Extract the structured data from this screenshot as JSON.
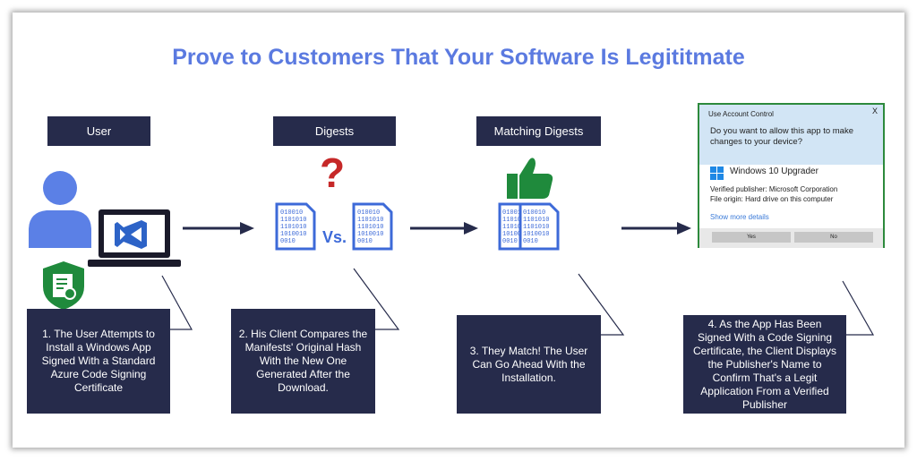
{
  "title": "Prove to Customers That Your Software Is Legititmate",
  "labels": {
    "user": "User",
    "digests": "Digests",
    "matching": "Matching Digests"
  },
  "vs": "Vs.",
  "question_mark": "?",
  "digest_lines": [
    "010010",
    "1101010",
    "1101010",
    "1010010",
    "0010"
  ],
  "descriptions": {
    "step1": "1. The User Attempts to Install a Windows App Signed With a Standard Azure Code Signing Certificate",
    "step2": "2. His Client Compares the Manifests' Original Hash With the New One Generated After the Download.",
    "step3": "3. They Match! The User Can Go Ahead With the Installation.",
    "step4": "4.  As the App Has Been Signed With a Code Signing Certificate, the Client Displays the Publisher's Name to Confirm That's a Legit Application From a Verified Publisher"
  },
  "uac": {
    "title": "Use Account Control",
    "close": "X",
    "question": "Do you want to allow this app to make changes to your device?",
    "app_name": "Windows 10 Upgrader",
    "publisher": "Verified publisher: Microsoft Corporation",
    "origin": "File origin: Hard drive on this computer",
    "more": "Show more details",
    "yes": "Yes",
    "no": "No"
  },
  "colors": {
    "title": "#5b7ae0",
    "box": "#262b4b",
    "accent_blue": "#3d6ad8",
    "green": "#2d8a3c",
    "red": "#c62828"
  }
}
